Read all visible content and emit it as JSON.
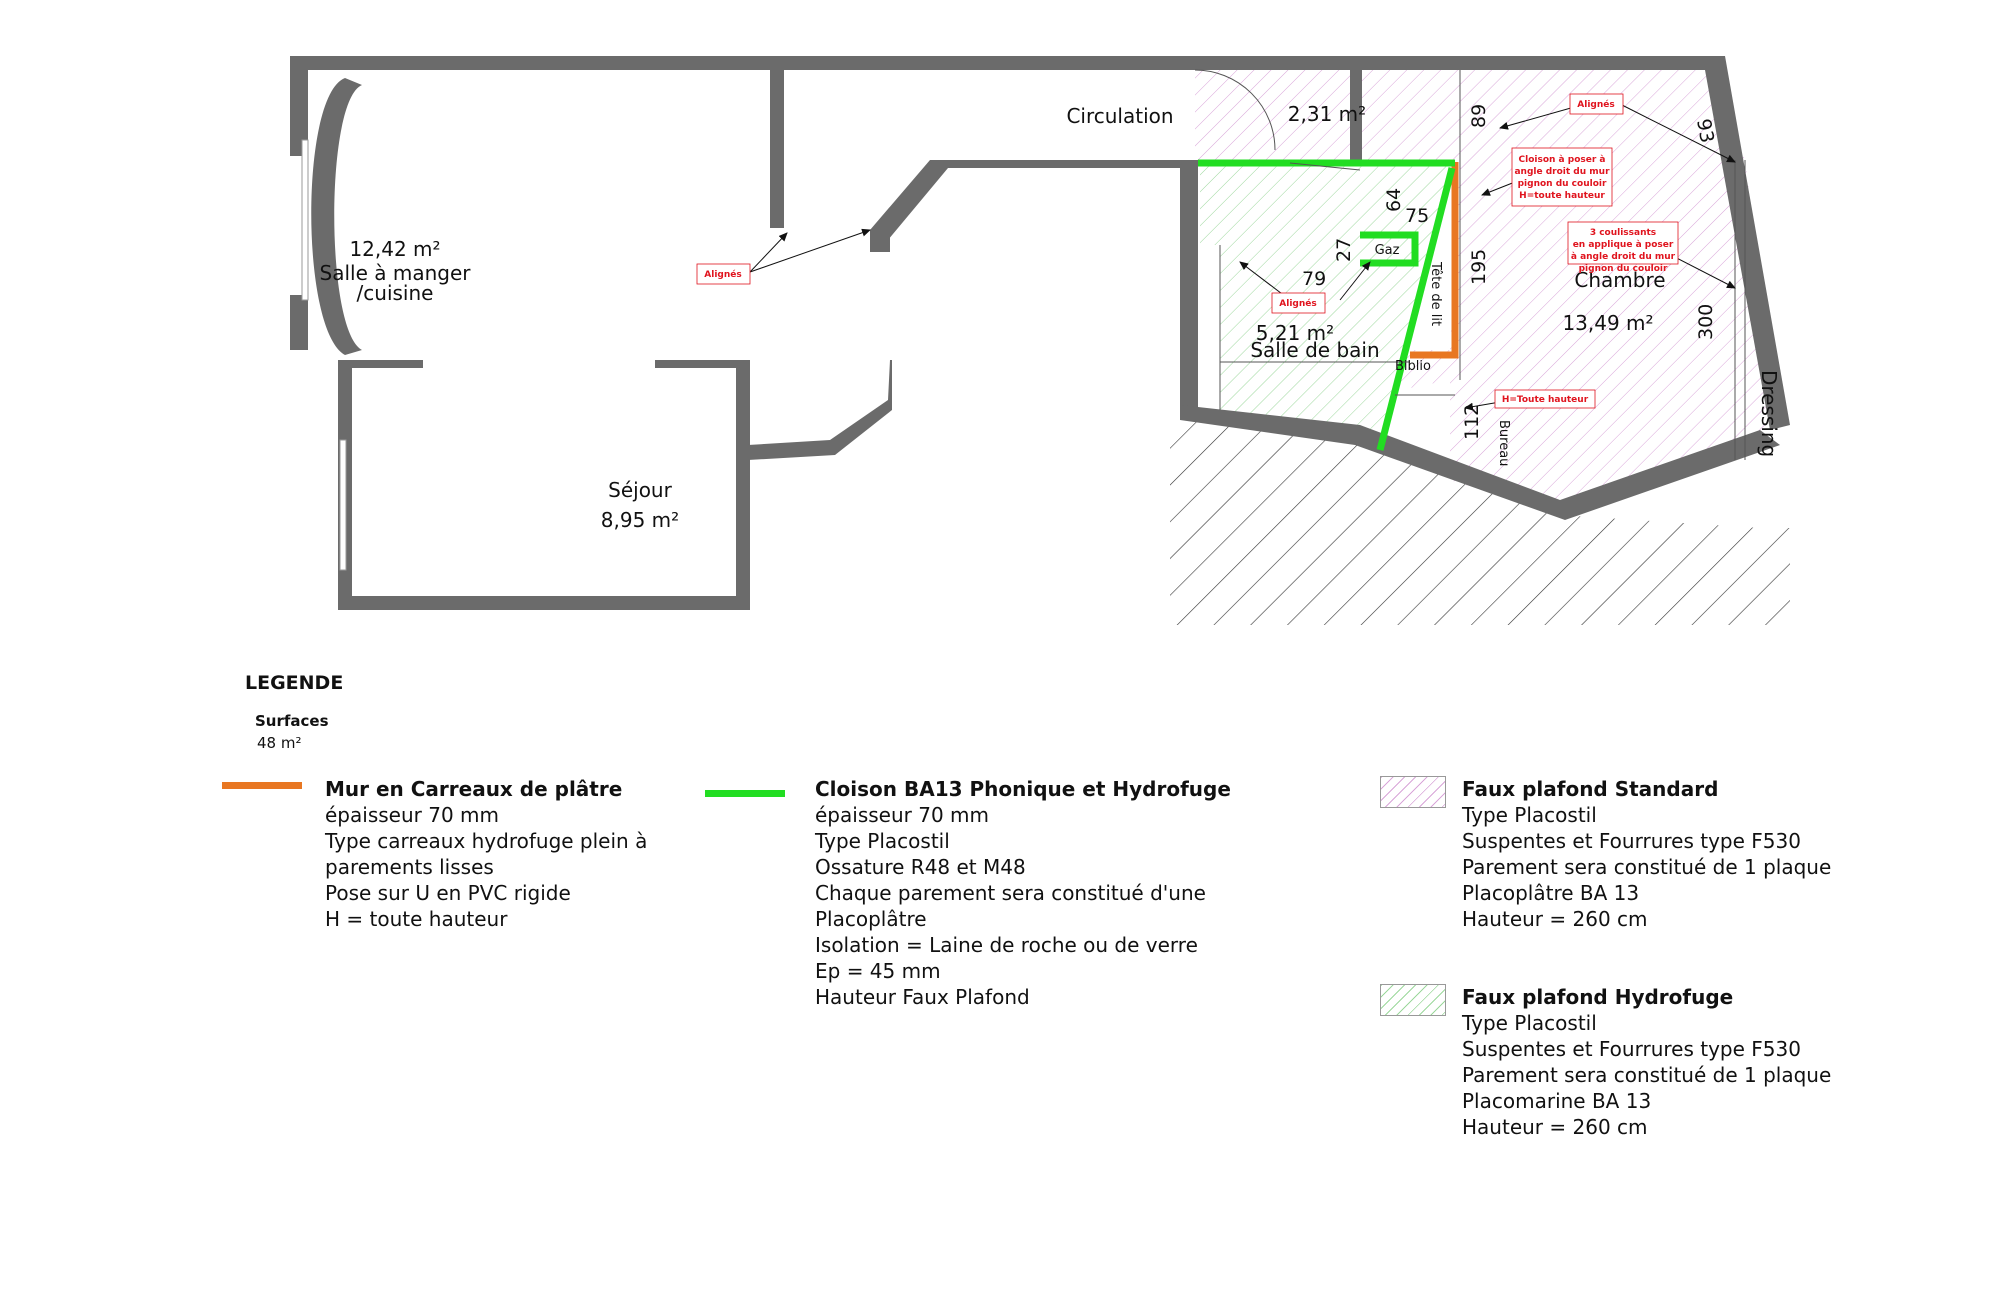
{
  "rooms": {
    "sejour_cuisine": {
      "area": "12,42 m²",
      "name1": "Salle à manger",
      "name2": "/cuisine"
    },
    "sejour": {
      "name": "Séjour",
      "area": "8,95 m²"
    },
    "circulation": {
      "name": "Circulation"
    },
    "wc": {
      "area": "2,31 m²"
    },
    "sdb": {
      "area": "5,21 m²",
      "name": "Salle de bain"
    },
    "chambre": {
      "name": "Chambre",
      "area": "13,49 m²"
    },
    "dressing": {
      "name": "Dressing"
    },
    "bureau": {
      "name": "Bureau"
    },
    "gaz": {
      "name": "Gaz"
    },
    "biblio": {
      "name": "Biblio"
    },
    "tete_de_lit": {
      "name": "Tête de lit"
    }
  },
  "dimensions": {
    "d89": "89",
    "d93": "93",
    "d64": "64",
    "d75": "75",
    "d27": "27",
    "d79": "79",
    "d195": "195",
    "d300": "300",
    "d112": "112"
  },
  "notes": {
    "alignes_1": "Alignés",
    "alignes_2": "Alignés",
    "alignes_3": "Alignés",
    "cloison": [
      "Cloison à poser à",
      "angle droit du mur",
      "pignon du couloir",
      "H=toute hauteur"
    ],
    "coulissants": [
      "3 coulissants",
      "en applique à poser",
      "à angle droit du mur",
      "pignon du couloir"
    ],
    "h_toute": "H=Toute hauteur"
  },
  "legend": {
    "title": "LEGENDE",
    "surfaces_label": "Surfaces",
    "surfaces_value": "48 m²",
    "mur": {
      "heading": "Mur en Carreaux de plâtre",
      "lines": [
        "épaisseur 70 mm",
        "Type carreaux hydrofuge plein à",
        "parements lisses",
        "Pose sur U en PVC rigide",
        "H = toute hauteur"
      ]
    },
    "cloison": {
      "heading": "Cloison BA13 Phonique et Hydrofuge",
      "lines": [
        "épaisseur 70 mm",
        "Type Placostil",
        "Ossature R48 et M48",
        "Chaque parement sera constitué d'une",
        "Placoplâtre",
        "Isolation = Laine de roche ou de verre",
        "Ep =  45 mm",
        "Hauteur Faux Plafond"
      ]
    },
    "fp_standard": {
      "heading": "Faux plafond Standard",
      "lines": [
        "Type Placostil",
        "Suspentes et Fourrures type F530",
        "Parement sera constitué de 1 plaque",
        "Placoplâtre BA 13",
        "Hauteur = 260 cm"
      ]
    },
    "fp_hydro": {
      "heading": "Faux plafond Hydrofuge",
      "lines": [
        "Type Placostil",
        "Suspentes et Fourrures type F530",
        "Parement sera constitué de 1 plaque",
        "Placomarine BA 13",
        "Hauteur = 260  cm"
      ]
    }
  },
  "colors": {
    "wall": "#6b6b6b",
    "orange": "#e87722",
    "green": "#22dd22",
    "pink_hatch": "#d9a6d9",
    "green_hatch": "#9cd89c",
    "note_red": "#e0141e"
  }
}
